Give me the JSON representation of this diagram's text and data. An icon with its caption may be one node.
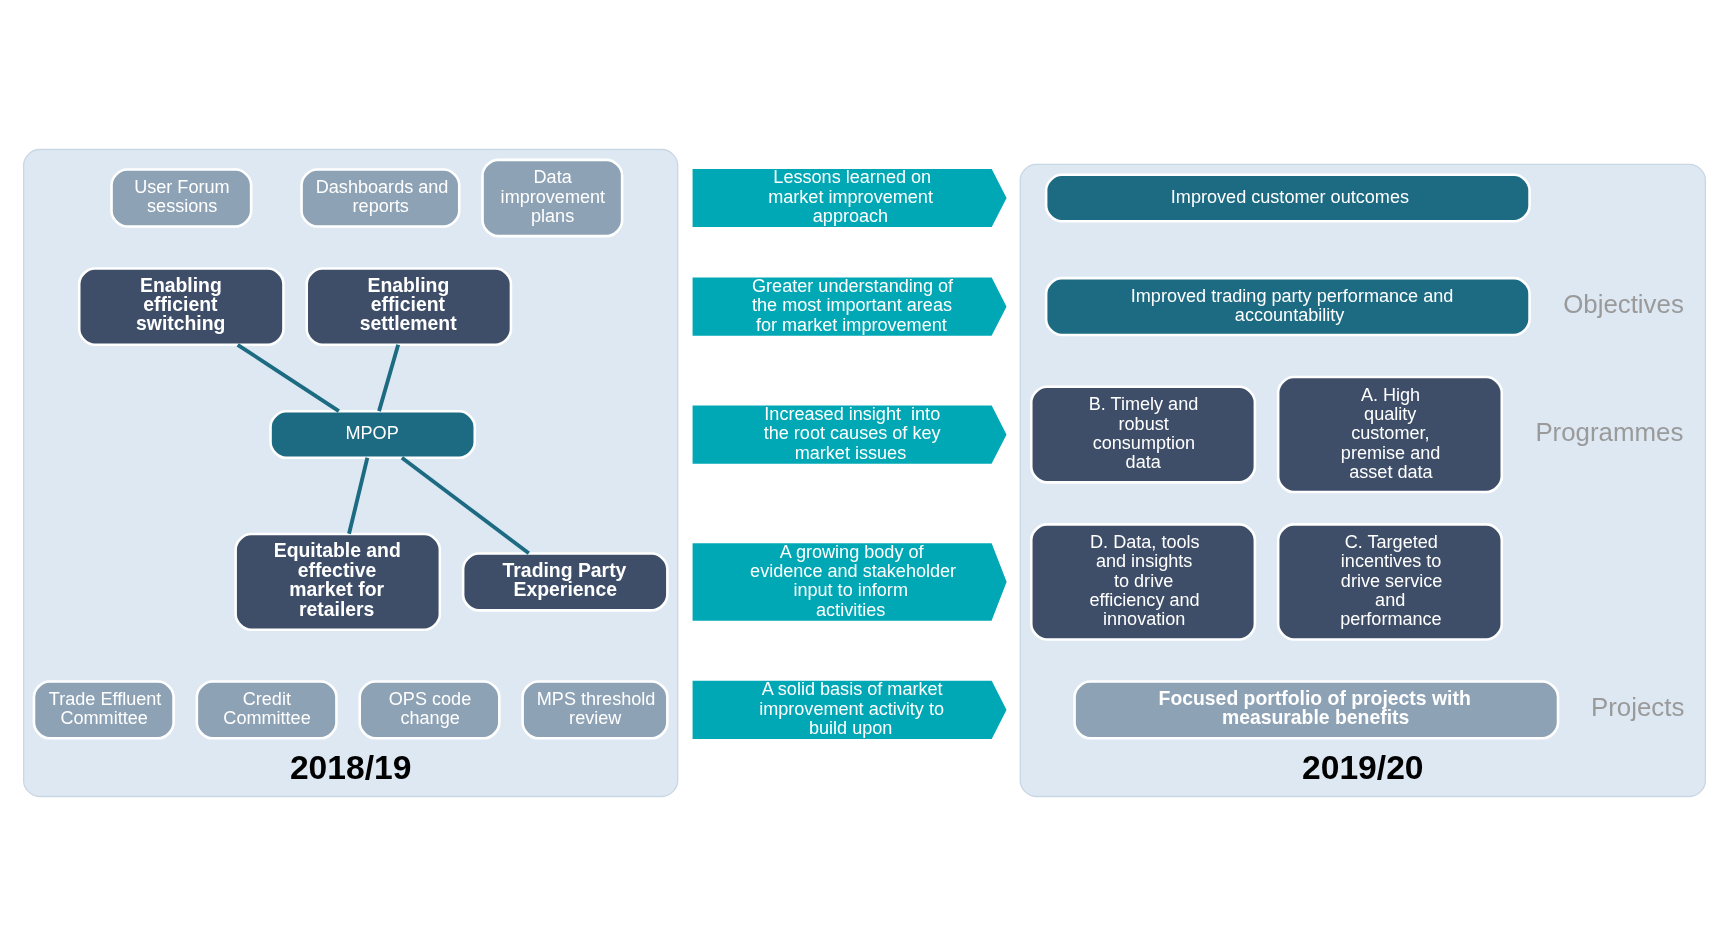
{
  "diagram": {
    "nodes": [
      {
        "text": [
          "2018/19"
        ]
      },
      {
        "text": [
          "Data improvement plans"
        ],
        "in": 0
      },
      {
        "text": [
          "Dashboards and reports"
        ],
        "in": 0
      },
      {
        "text": [
          "User Forum sessions"
        ],
        "in": 0
      },
      {
        "text": [
          "Enabling efficient settlement"
        ],
        "in": 0
      },
      {
        "text": [
          "Enabling efficient switching"
        ],
        "in": 0
      },
      {
        "text": [
          "MPOP"
        ],
        "in": 0
      },
      {
        "text": [
          "Equitable and effective market for retailers"
        ],
        "in": 0
      },
      {
        "text": [
          "Trading Party Experience"
        ],
        "in": 0
      },
      {
        "text": [
          "OPS code change"
        ],
        "in": 0
      },
      {
        "text": [
          "Credit Committee"
        ],
        "in": 0
      },
      {
        "text": [
          "MPS threshold review"
        ],
        "in": 0
      },
      {
        "text": [
          "Trade Effluent Committee"
        ],
        "in": 0
      },
      {
        "text": [
          "Lessons learned on market improvement approach"
        ]
      },
      {
        "text": [
          "Greater understanding of the most important areas for market improvement"
        ]
      },
      {
        "text": [
          "Increased insight  into the root causes of key market issues"
        ]
      },
      {
        "text": [
          "A growing body of evidence and stakeholder input to inform activities"
        ]
      },
      {
        "text": [
          "A solid basis of market improvement activity to build upon"
        ]
      },
      {
        "text": [
          "2019/20"
        ]
      },
      {
        "text": [
          "Improved customer outcomes"
        ],
        "in": 18
      },
      {
        "text": [
          "Improved trading party performance and accountability"
        ],
        "in": 18
      },
      {
        "text": [
          "A. High quality customer, premise and asset data"
        ],
        "in": 18
      },
      {
        "text": [
          "B. Timely and robust consumption data"
        ],
        "in": 18
      },
      {
        "text": [
          "C. Targeted incentives to drive service and performance"
        ],
        "in": 18
      },
      {
        "text": [
          "D. Data, tools and insights to drive efficiency and innovation"
        ],
        "in": 18
      },
      {
        "text": [
          "Focused portfolio of projects with measurable benefits"
        ],
        "in": 18
      }
    ],
    "edges": [
      {
        "from": 4,
        "to": 6,
        "arrow": "none"
      },
      {
        "from": 5,
        "to": 6,
        "arrow": "none"
      },
      {
        "from": 6,
        "to": 7,
        "arrow": "none"
      },
      {
        "from": 6,
        "to": 8,
        "arrow": "none"
      }
    ],
    "labels": [
      "Objectives",
      "Programmes",
      "Projects"
    ]
  }
}
